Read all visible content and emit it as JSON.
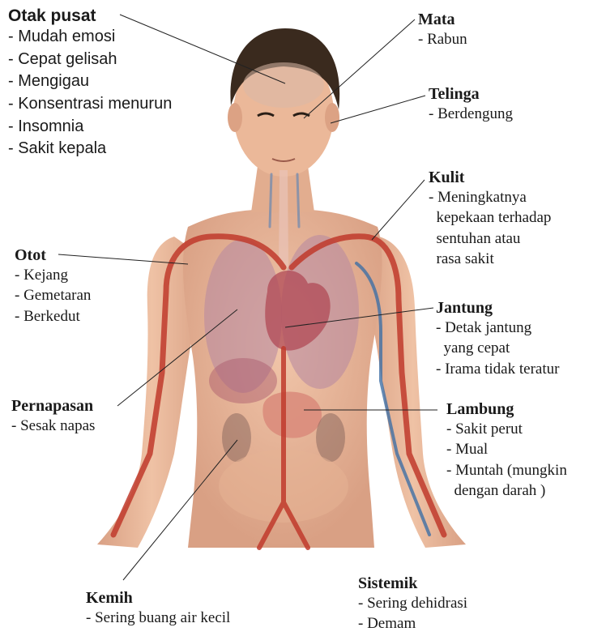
{
  "labels": {
    "otak_pusat": {
      "title": "Otak pusat",
      "items": [
        "- Mudah emosi",
        "- Cepat gelisah",
        "- Mengigau",
        "- Konsentrasi menurun",
        "- Insomnia",
        "- Sakit kepala"
      ]
    },
    "mata": {
      "title": "Mata",
      "items": [
        "- Rabun"
      ]
    },
    "telinga": {
      "title": "Telinga",
      "items": [
        "- Berdengung"
      ]
    },
    "kulit": {
      "title": "Kulit",
      "items": [
        "- Meningkatnya",
        "  kepekaan terhadap",
        "  sentuhan atau",
        "  rasa sakit"
      ]
    },
    "otot": {
      "title": "Otot",
      "items": [
        "- Kejang",
        "- Gemetaran",
        "- Berkedut"
      ]
    },
    "jantung": {
      "title": "Jantung",
      "items": [
        "- Detak jantung",
        "  yang cepat",
        "- Irama tidak teratur"
      ]
    },
    "pernapasan": {
      "title": "Pernapasan",
      "items": [
        "- Sesak napas"
      ]
    },
    "lambung": {
      "title": "Lambung",
      "items": [
        "- Sakit perut",
        "- Mual",
        "- Muntah (mungkin",
        "  dengan darah )"
      ]
    },
    "kemih": {
      "title": "Kemih",
      "items": [
        "- Sering buang air kecil"
      ]
    },
    "sistemik": {
      "title": "Sistemik",
      "items": [
        "- Sering dehidrasi",
        "- Demam"
      ]
    }
  },
  "colors": {
    "skin": "#e9b89a",
    "skin_shadow": "#d39a7c",
    "hair": "#3a2a1e",
    "artery": "#c0392b",
    "vein": "#3f6fa5",
    "lung": "#b98aa0",
    "heart": "#b04a55",
    "stomach": "#d9897a",
    "leader_line": "#222222"
  }
}
